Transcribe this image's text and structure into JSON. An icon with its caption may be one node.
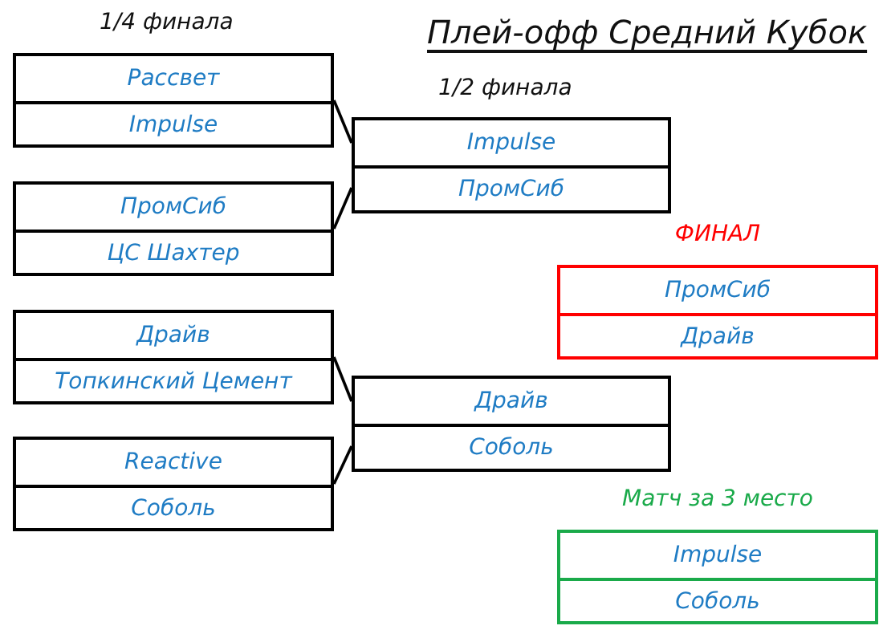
{
  "diagram": {
    "title": "Плей-офф Средний Кубок",
    "nodes": [
      {
        "text": [],
        "shape": "box"
      },
      {
        "text": [
          "Рассвет"
        ],
        "in": 0
      },
      {
        "text": [
          "Impulse"
        ],
        "in": 0
      },
      {
        "text": [],
        "shape": "box"
      },
      {
        "text": [
          "ПромСиб"
        ],
        "in": 3
      },
      {
        "text": [
          "ЦС Шахтер"
        ],
        "in": 3
      },
      {
        "text": [],
        "shape": "box"
      },
      {
        "text": [
          "Драйв"
        ],
        "in": 6
      },
      {
        "text": [
          "Топкинский Цемент"
        ],
        "in": 6
      },
      {
        "text": [],
        "shape": "box"
      },
      {
        "text": [
          "Reactive"
        ],
        "in": 9
      },
      {
        "text": [
          "Соболь"
        ],
        "in": 9
      },
      {
        "text": [],
        "shape": "box"
      },
      {
        "text": [
          "Impulse"
        ],
        "in": 12
      },
      {
        "text": [
          "ПромСиб"
        ],
        "in": 12
      },
      {
        "text": [],
        "shape": "box"
      },
      {
        "text": [
          "Драйв"
        ],
        "in": 15
      },
      {
        "text": [
          "Соболь"
        ],
        "in": 15
      },
      {
        "text": [
          "ФИНАЛ"
        ]
      },
      {
        "text": [
          "ПромСиб"
        ],
        "in": 18
      },
      {
        "text": [
          "Драйв"
        ],
        "in": 18
      },
      {
        "text": [
          "Матч за 3 место"
        ]
      },
      {
        "text": [
          "Impulse"
        ],
        "in": 21
      },
      {
        "text": [
          "Соболь"
        ],
        "in": 21
      }
    ],
    "edges": [
      {
        "from": 0,
        "to": 12,
        "arrow": "none"
      },
      {
        "from": 3,
        "to": 12,
        "arrow": "none"
      },
      {
        "from": 6,
        "to": 15,
        "arrow": "none"
      },
      {
        "from": 9,
        "to": 15,
        "arrow": "none"
      }
    ],
    "labels": [
      "1/4 финала",
      "1/2 финала"
    ]
  }
}
